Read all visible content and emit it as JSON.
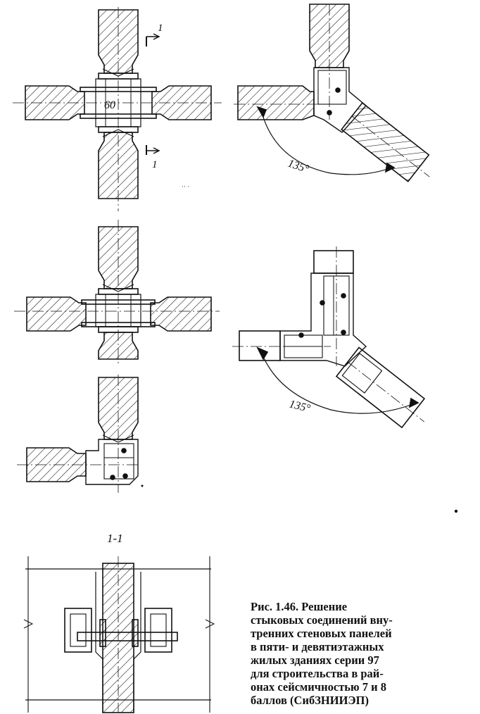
{
  "labels": {
    "section_mark_top": "1",
    "section_mark_bottom": "1",
    "gap_dimension": "60",
    "angle_top": "135°",
    "angle_middle": "135°",
    "section_title": "1-1"
  },
  "caption": {
    "lines": [
      "Рис.   1.46.   Решение",
      "стыковых соединений вну-",
      "тренних стеновых панелей",
      "в пяти- и девятиэтажных",
      "жилых зданиях серии 97",
      "для  строительства  в  рай-",
      "онах сейсмичностью 7 и 8",
      "баллов (СибЗНИИЭП)"
    ]
  },
  "colors": {
    "ink": "#111111",
    "paper": "#ffffff"
  }
}
